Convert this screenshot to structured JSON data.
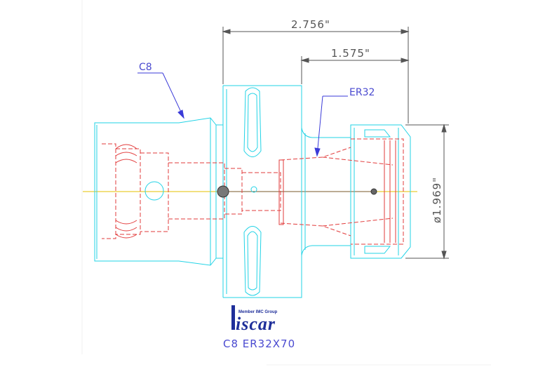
{
  "dimensions": {
    "overall_length": "2.756\"",
    "nut_length": "1.575\"",
    "nut_diameter": "ø1.969\""
  },
  "callouts": {
    "shank": "C8",
    "collet": "ER32"
  },
  "logo": {
    "tagline": "Member IMC Group",
    "brand": "iscar"
  },
  "part_name": "C8 ER32X70",
  "colors": {
    "outline": "#22d3e6",
    "hidden": "#e23b3b",
    "dimension": "#555555",
    "leader": "#3a3ad8",
    "centerline": "#e6c200",
    "brand": "#1f2f9a"
  },
  "icons": [
    "shank-icon",
    "collet-nut-icon",
    "coolant-bore-icon",
    "iscar-logo-icon"
  ]
}
